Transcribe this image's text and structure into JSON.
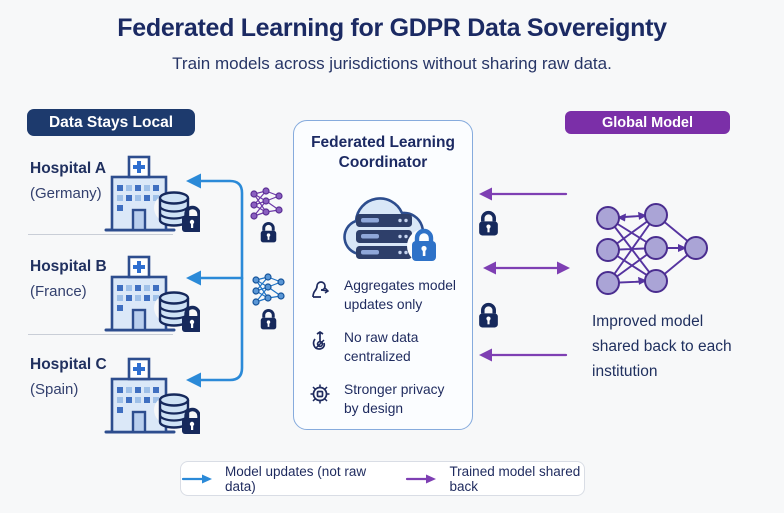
{
  "header": {
    "title": "Federated Learning for GDPR Data Sovereignty",
    "subtitle": "Train models across jurisdictions without sharing raw data."
  },
  "left_panel": {
    "badge_label": "Data Stays Local",
    "hospitals": [
      {
        "name": "Hospital A",
        "country": "(Germany)"
      },
      {
        "name": "Hospital B",
        "country": "(France)"
      },
      {
        "name": "Hospital C",
        "country": "(Spain)"
      }
    ]
  },
  "coordinator": {
    "title": "Federated Learning Coordinator",
    "features": [
      {
        "icon": "aggregate-icon",
        "label": "Aggregates model updates only"
      },
      {
        "icon": "no-raw-data-icon",
        "label": "No raw data centralized"
      },
      {
        "icon": "privacy-gear-icon",
        "label": "Stronger privacy by design"
      }
    ]
  },
  "right_panel": {
    "badge_label": "Global Model",
    "note": "Improved model shared back to each institution"
  },
  "legend": {
    "items": [
      {
        "label": "Model updates (not raw data)",
        "color": "#2b8ad8"
      },
      {
        "label": "Trained model shared back",
        "color": "#7e3fb3"
      }
    ]
  },
  "colors": {
    "accent_blue": "#2b8ad8",
    "accent_purple": "#7e3fb3",
    "badge_navy": "#1d3a6d",
    "badge_purple": "#7b2fa8",
    "navy_text": "#1e2a5e",
    "lock_navy": "#16295c"
  }
}
